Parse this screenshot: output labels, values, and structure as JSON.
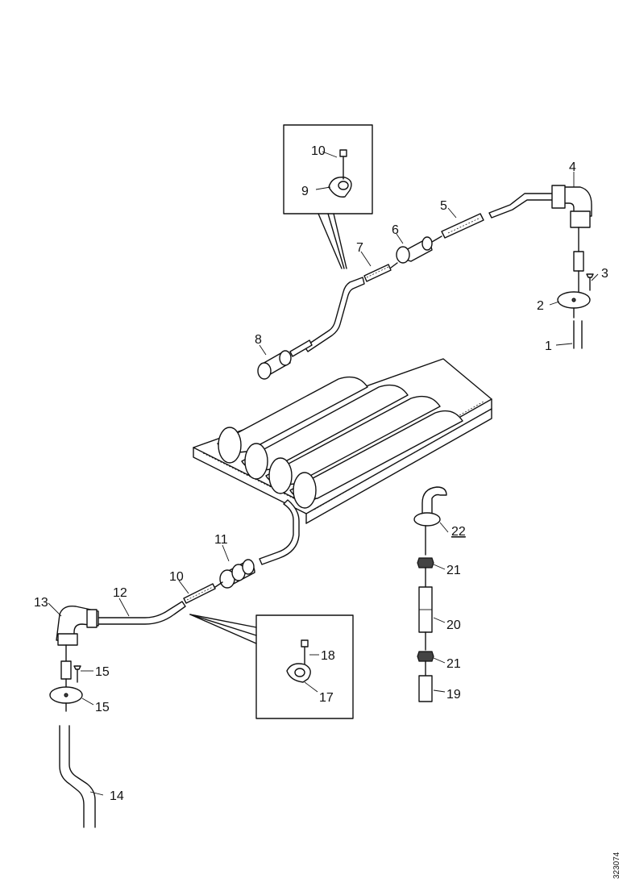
{
  "labels": {
    "p1": "1",
    "p2": "2",
    "p3": "3",
    "p4": "4",
    "p5": "5",
    "p6": "6",
    "p7": "7",
    "p8": "8",
    "p9": "9",
    "p10a": "10",
    "p10b": "10",
    "p11": "11",
    "p12": "12",
    "p13": "13",
    "p14": "14",
    "p15a": "15",
    "p15b": "15",
    "p17": "17",
    "p18": "18",
    "p19": "19",
    "p20": "20",
    "p21a": "21",
    "p21b": "21",
    "p22": "22"
  },
  "image_code": "323074"
}
